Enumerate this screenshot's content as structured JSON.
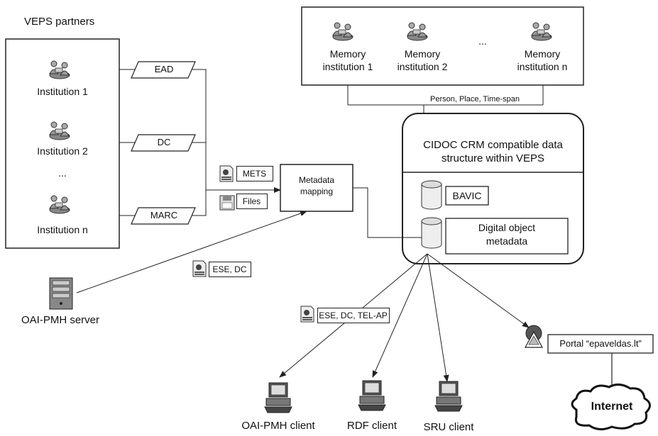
{
  "veps_partners": {
    "title": "VEPS partners",
    "institutions": [
      "Institution 1",
      "Institution 2",
      "Institution n"
    ],
    "ellipsis": "..."
  },
  "formats": {
    "ead": "EAD",
    "dc": "DC",
    "marc": "MARC"
  },
  "memory_institutions": {
    "items": [
      {
        "line1": "Memory",
        "line2": "institution 1"
      },
      {
        "line1": "Memory",
        "line2": "institution 2"
      },
      {
        "line1": "Memory",
        "line2": "institution n"
      }
    ],
    "ellipsis": "...",
    "link_label": "Person, Place, Time-span"
  },
  "packages": {
    "mets": "METS",
    "files": "Files"
  },
  "metadata_mapping": {
    "line1": "Metadata",
    "line2": "mapping"
  },
  "cidoc": {
    "line1": "CIDOC CRM compatible data",
    "line2": "structure within VEPS",
    "bavic": "BAVIC",
    "digital_line1": "Digital object",
    "digital_line2": "metadata"
  },
  "oai_server": {
    "label": "OAI-PMH server",
    "format_label": "ESE, DC"
  },
  "clients": {
    "format_label": "ESE, DC, TEL-AP",
    "items": [
      "OAI-PMH client",
      "RDF client",
      "SRU client"
    ]
  },
  "portal": {
    "label": "Portal “epaveldas.lt”",
    "internet": "Internet"
  }
}
